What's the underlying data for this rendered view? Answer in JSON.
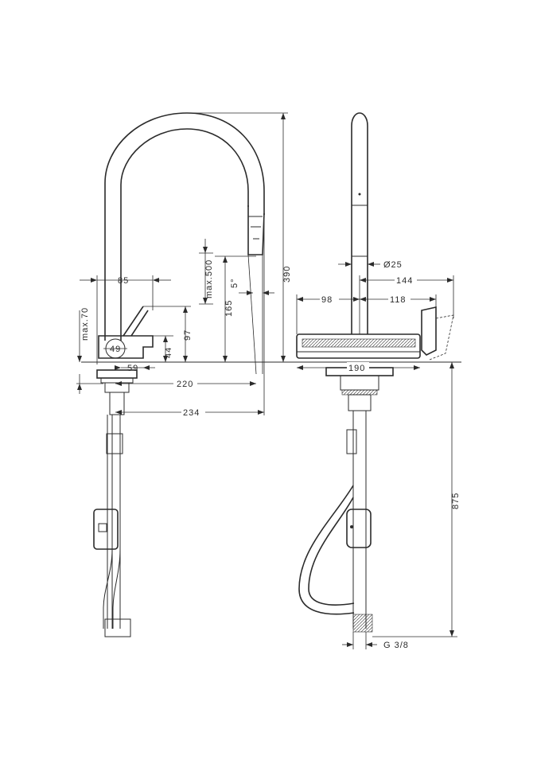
{
  "side_view": {
    "dim_85": "85",
    "dim_max70": "max.70",
    "dim_49": "49",
    "dim_59": "59",
    "dim_44": "44",
    "dim_97": "97",
    "dim_max500": "max.500",
    "dim_165": "165",
    "dim_angle": "5°",
    "dim_390": "390",
    "dim_220": "220",
    "dim_234": "234"
  },
  "front_view": {
    "dim_dia25": "Ø25",
    "dim_144": "144",
    "dim_98": "98",
    "dim_118": "118",
    "dim_190": "190",
    "dim_875": "875",
    "dim_g38": "G 3/8"
  }
}
